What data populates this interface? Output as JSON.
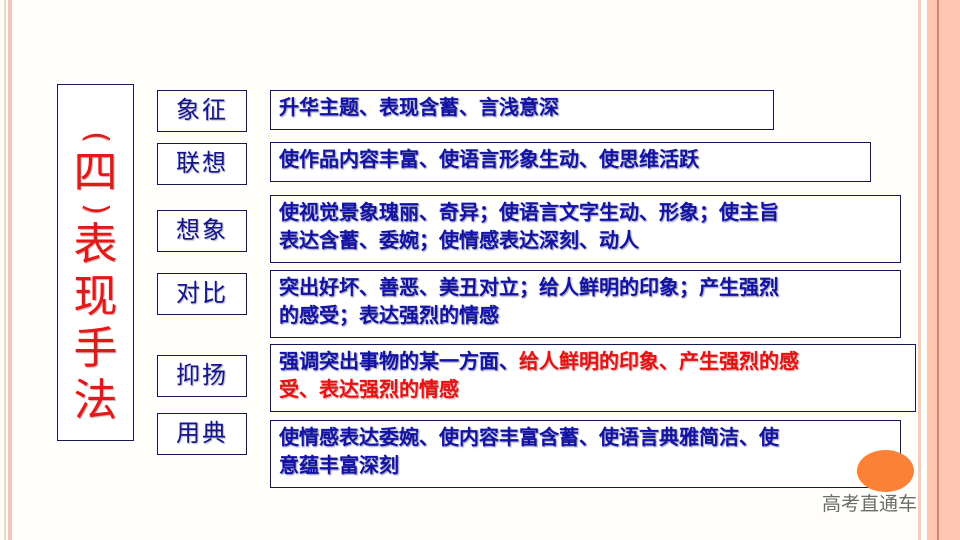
{
  "slide": {
    "title_chars": [
      "四",
      "表",
      "现",
      "手",
      "法"
    ],
    "title_full": "（四）表现手法",
    "rows": [
      {
        "label": "象征",
        "desc": "升华主题、表现含蓄、言浅意深"
      },
      {
        "label": "联想",
        "desc": "使作品内容丰富、使语言形象生动、使思维活跃"
      },
      {
        "label": "想象",
        "desc_line1": "使视觉景象瑰丽、奇异；使语言文字生动、形象；使主旨",
        "desc_line2": "表达含蓄、委婉；使情感表达深刻、动人"
      },
      {
        "label": "对比",
        "desc_line1": "突出好坏、善恶、美丑对立；给人鲜明的印象；产生强烈",
        "desc_line2": "的感受；表达强烈的情感"
      },
      {
        "label": "抑扬",
        "desc_blue": "强调突出事物的某一方面、",
        "desc_red_line1": "给人鲜明的印象、产生强烈的感",
        "desc_red_line2": "受、表达强烈的情感"
      },
      {
        "label": "用典",
        "desc_line1": "使情感表达委婉、使内容丰富含蓄、使语言典雅简洁、使",
        "desc_line2": "意蕴丰富深刻"
      }
    ]
  },
  "watermark": "高考直通车",
  "colors": {
    "title_red": "#e31818",
    "label_blue": "#14148c",
    "desc_blue": "#1212a4",
    "highlight_red": "#e81010",
    "accent_orange": "#fa8136",
    "border_navy": "#15155a"
  }
}
